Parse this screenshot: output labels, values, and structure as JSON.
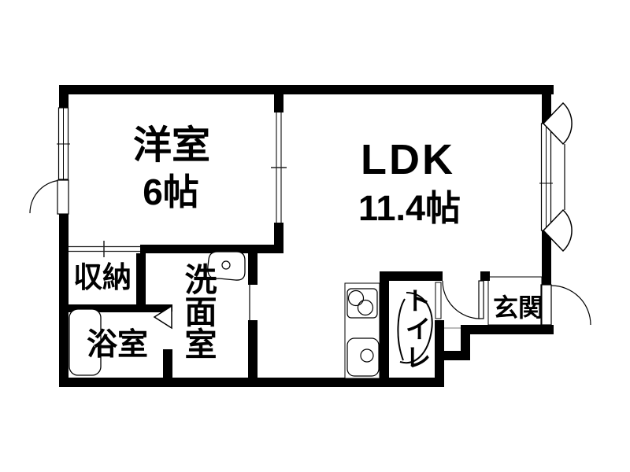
{
  "floorplan": {
    "background_color": "#ffffff",
    "wall_color": "#000000",
    "line_color": "#000000",
    "rooms": {
      "western_room": {
        "name": "洋室",
        "size": "6帖"
      },
      "ldk": {
        "name": "LDK",
        "size": "11.4帖"
      },
      "storage": {
        "name": "収納"
      },
      "bathroom": {
        "name": "浴室"
      },
      "washroom": {
        "name": "洗面室"
      },
      "toilet": {
        "name": "トイレ"
      },
      "entrance": {
        "name": "玄関"
      }
    },
    "fixtures": [
      "bathtub-icon",
      "washbasin-icon",
      "stove-icon",
      "kitchen-sink-icon",
      "toilet-bowl-icon"
    ],
    "openings": [
      "western-room-window",
      "western-room-exterior-door",
      "western-ldk-sliding-door",
      "closet-sliding-door",
      "bathroom-folding-door",
      "washroom-sliding-door",
      "toilet-door",
      "hall-swing-door",
      "ldk-casement-window",
      "front-door"
    ]
  }
}
